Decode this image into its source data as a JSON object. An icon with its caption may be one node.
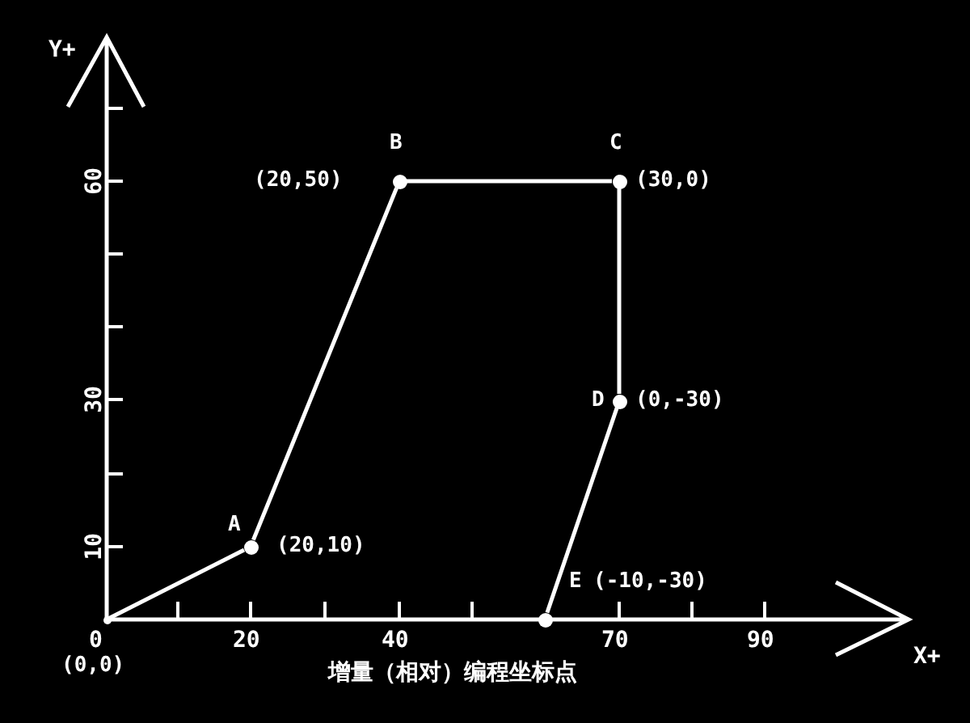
{
  "diagram": {
    "caption": "增量（相对）编程坐标点",
    "nodes": [
      {
        "text": [],
        "shape": "point",
        "beside": [
          "(0,0)"
        ]
      },
      {
        "text": [
          "A"
        ],
        "beside": [
          "(20,10)"
        ]
      },
      {
        "text": [
          "B"
        ],
        "beside": [
          "(20,50)"
        ]
      },
      {
        "text": [
          "C"
        ],
        "beside": [
          "(30,0)"
        ]
      },
      {
        "text": [
          "D"
        ],
        "beside": [
          "(0,-30)"
        ]
      },
      {
        "text": [
          "E"
        ],
        "beside": [
          "(-10,-30)"
        ]
      }
    ],
    "edges": [
      {
        "from": 0,
        "to": 1,
        "arrow": "none"
      },
      {
        "from": 1,
        "to": 2,
        "arrow": "none"
      },
      {
        "from": 2,
        "to": 3,
        "arrow": "none"
      },
      {
        "from": 3,
        "to": 4,
        "arrow": "none"
      },
      {
        "from": 4,
        "to": 5,
        "arrow": "none"
      }
    ],
    "labels": [
      "Y+",
      "60",
      "30",
      "10",
      "0",
      "20",
      "40",
      "70",
      "90",
      "X+"
    ]
  }
}
